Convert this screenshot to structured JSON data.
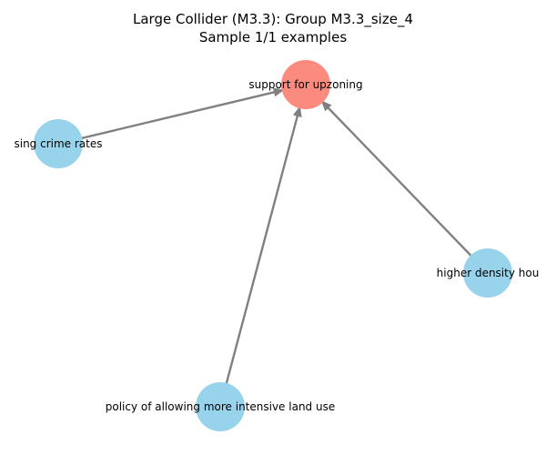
{
  "title": {
    "line1": "Large Collider (M3.3): Group M3.3_size_4",
    "line2": "Sample 1/1 examples"
  },
  "colors": {
    "target_node": "#fa8b7e",
    "source_node": "#98d3ec",
    "edge": "#808080",
    "text": "#000000"
  },
  "nodes": [
    {
      "id": "target",
      "label": "support for upzoning",
      "role": "target"
    },
    {
      "id": "crime",
      "label": "sing crime rates",
      "role": "source"
    },
    {
      "id": "density",
      "label": "higher density hou",
      "role": "source"
    },
    {
      "id": "landuse",
      "label": "policy of allowing more intensive land use",
      "role": "source"
    }
  ],
  "edges": [
    {
      "from": "crime",
      "to": "target"
    },
    {
      "from": "density",
      "to": "target"
    },
    {
      "from": "landuse",
      "to": "target"
    }
  ]
}
